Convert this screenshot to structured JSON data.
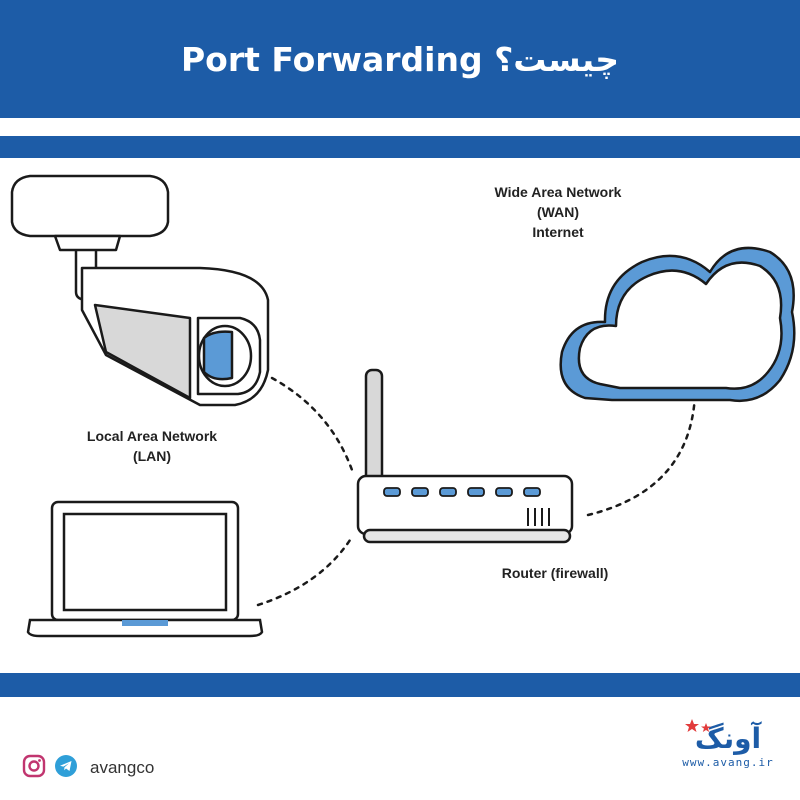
{
  "header": {
    "title": "چیست؟ Port Forwarding"
  },
  "diagram": {
    "wan_label": [
      "Wide Area Network",
      "(WAN)",
      "Internet"
    ],
    "lan_label": [
      "Local Area Network",
      "(LAN)"
    ],
    "router_label": "Router (firewall)"
  },
  "footer": {
    "handle": "avangco",
    "logo_name": "آونگ",
    "logo_url": "www.avang.ir"
  },
  "colors": {
    "brand_blue": "#1d5ca7",
    "device_blue": "#5b9ad6",
    "outline": "#1a1a1a"
  },
  "icons": [
    "security-camera-icon",
    "laptop-icon",
    "router-icon",
    "cloud-icon",
    "instagram-icon",
    "telegram-icon",
    "star-icon"
  ]
}
